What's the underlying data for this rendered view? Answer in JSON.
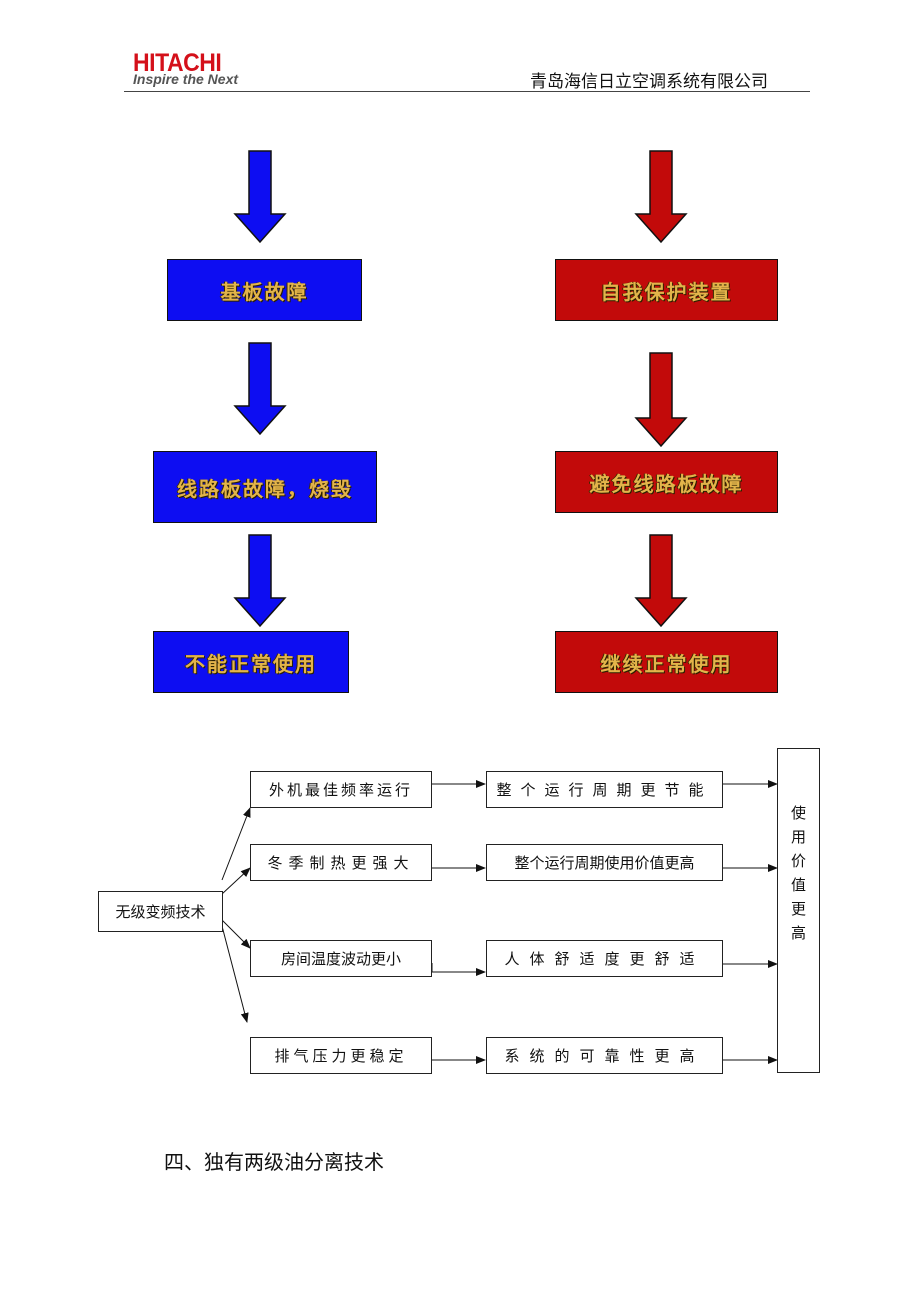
{
  "header": {
    "logo_main": "HITACHI",
    "logo_sub": "Inspire the Next",
    "company": "青岛海信日立空调系统有限公司"
  },
  "colors": {
    "blue": "#0d0df2",
    "red": "#c20a0a",
    "logo_red": "#d4101a"
  },
  "flow_left": [
    "基板故障",
    "线路板故障，烧毁",
    "不能正常使用"
  ],
  "flow_right": [
    "自我保护装置",
    "避免线路板故障",
    "继续正常使用"
  ],
  "diagram": {
    "source": "无级变频技术",
    "middle": [
      "外机最佳频率运行",
      "冬季制热更强大",
      "房间温度波动更小",
      "排气压力更稳定"
    ],
    "right": [
      "整个运行周期更节能",
      "整个运行周期使用价值更高",
      "人体舒适度更舒适",
      "系统的可靠性更高"
    ],
    "result": [
      "使",
      "用",
      "价",
      "值",
      "更",
      "高"
    ]
  },
  "section_title": "四、独有两级油分离技术"
}
